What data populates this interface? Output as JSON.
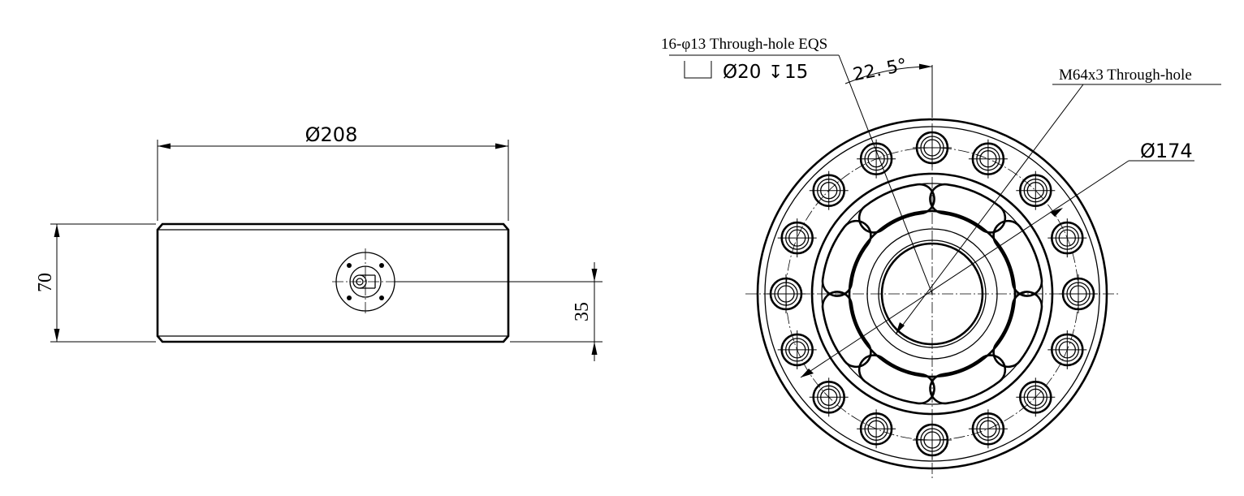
{
  "side_view": {
    "diameter_dim": "Ø208",
    "height_dim": "70",
    "center_offset_dim": "35"
  },
  "front_view": {
    "hole_note_line1": "16-φ13 Through-hole EQS",
    "hole_note_line2": "Ø20",
    "depth_symbol": "↧",
    "depth_value": "15",
    "angle_dim": "22. 5°",
    "thread_note": "M64x3 Through-hole",
    "pcd_dim": "Ø174"
  },
  "bolt_hole_count": 16
}
